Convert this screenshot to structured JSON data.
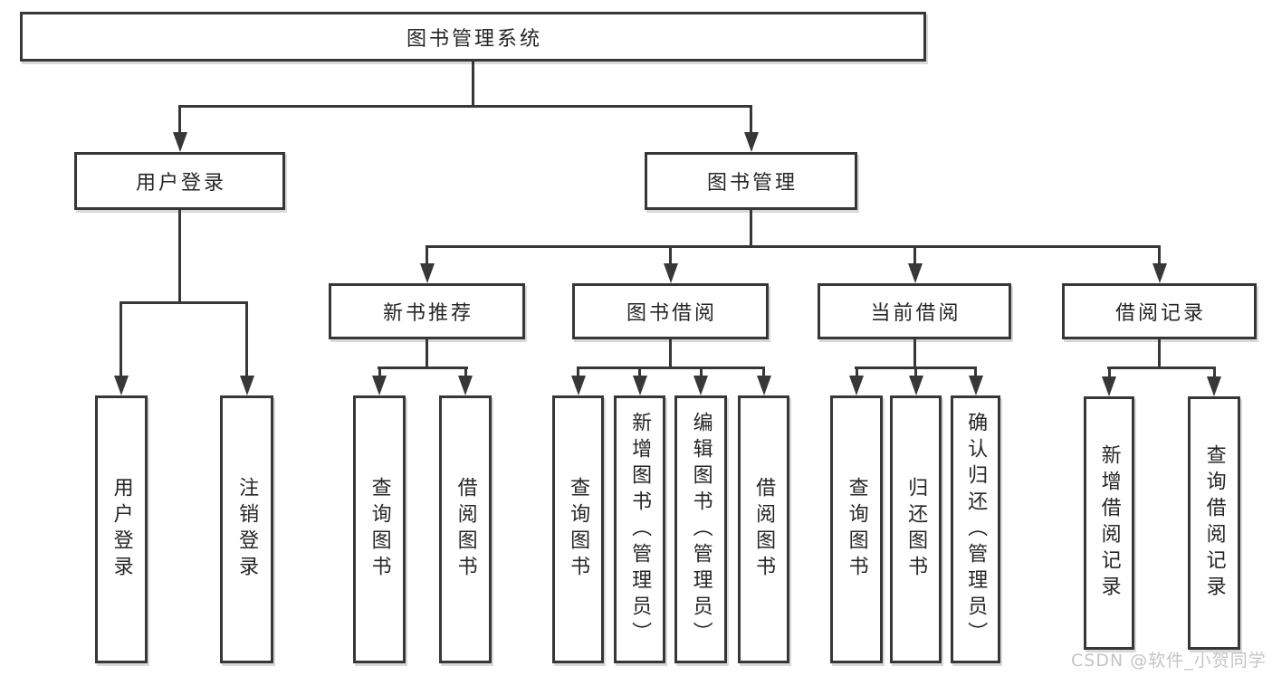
{
  "watermark": "CSDN @软件_小贺同学",
  "colors": {
    "line": "#373737",
    "text": "#262626",
    "watermark": "#c4c4c8",
    "background": "#ffffff"
  },
  "tree": {
    "root": {
      "label": "图书管理系统"
    },
    "branches": [
      {
        "label": "用户登录",
        "children": [
          {
            "label": "用户登录"
          },
          {
            "label": "注销登录"
          }
        ]
      },
      {
        "label": "图书管理",
        "children": [
          {
            "label": "新书推荐",
            "children": [
              {
                "label": "查询图书"
              },
              {
                "label": "借阅图书"
              }
            ]
          },
          {
            "label": "图书借阅",
            "children": [
              {
                "label": "查询图书"
              },
              {
                "label": "新增图书（管理员）"
              },
              {
                "label": "编辑图书（管理员）"
              },
              {
                "label": "借阅图书"
              }
            ]
          },
          {
            "label": "当前借阅",
            "children": [
              {
                "label": "查询图书"
              },
              {
                "label": "归还图书"
              },
              {
                "label": "确认归还（管理员）"
              }
            ]
          },
          {
            "label": "借阅记录",
            "children": [
              {
                "label": "新增借阅记录"
              },
              {
                "label": "查询借阅记录"
              }
            ]
          }
        ]
      }
    ]
  }
}
